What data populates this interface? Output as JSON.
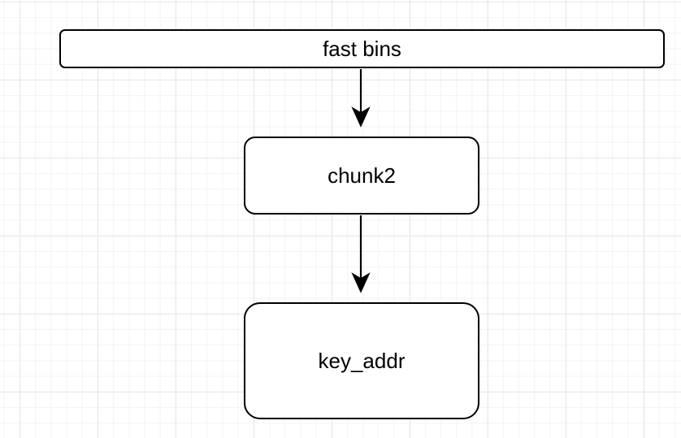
{
  "diagram": {
    "nodes": [
      {
        "id": "fast-bins",
        "label": "fast bins"
      },
      {
        "id": "chunk2",
        "label": "chunk2"
      },
      {
        "id": "key-addr",
        "label": "key_addr"
      }
    ],
    "edges": [
      {
        "from": "fast-bins",
        "to": "chunk2"
      },
      {
        "from": "chunk2",
        "to": "key-addr"
      }
    ]
  }
}
